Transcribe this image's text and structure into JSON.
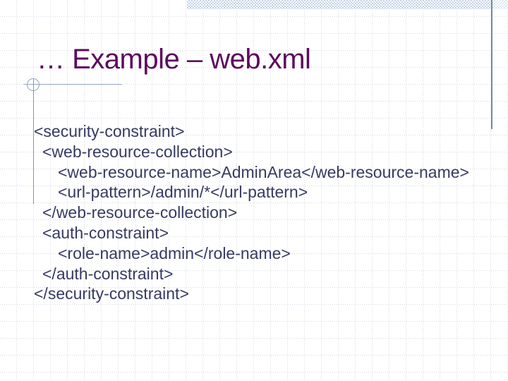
{
  "slide": {
    "title": "… Example – web.xml",
    "code_lines": [
      {
        "indent": 0,
        "text": "<security-constraint>"
      },
      {
        "indent": 1,
        "text": "<web-resource-collection>"
      },
      {
        "indent": 2,
        "text": "<web-resource-name>AdminArea</web-resource-name>"
      },
      {
        "indent": 2,
        "text": "<url-pattern>/admin/*</url-pattern>"
      },
      {
        "indent": 1,
        "text": "</web-resource-collection>"
      },
      {
        "indent": 1,
        "text": "<auth-constraint>"
      },
      {
        "indent": 2,
        "text": "<role-name>admin</role-name>"
      },
      {
        "indent": 1,
        "text": "</auth-constraint>"
      },
      {
        "indent": 0,
        "text": "</security-constraint>"
      }
    ],
    "colors": {
      "title_text": "#5d0a5d",
      "body_text": "#373a62",
      "accent_line": "#7386ae",
      "decor_line": "#94a4c2",
      "grid_line": "#d5d8e2",
      "band_checker": "#c5d3e8",
      "band_checker_light": "#dfe8f4"
    }
  }
}
